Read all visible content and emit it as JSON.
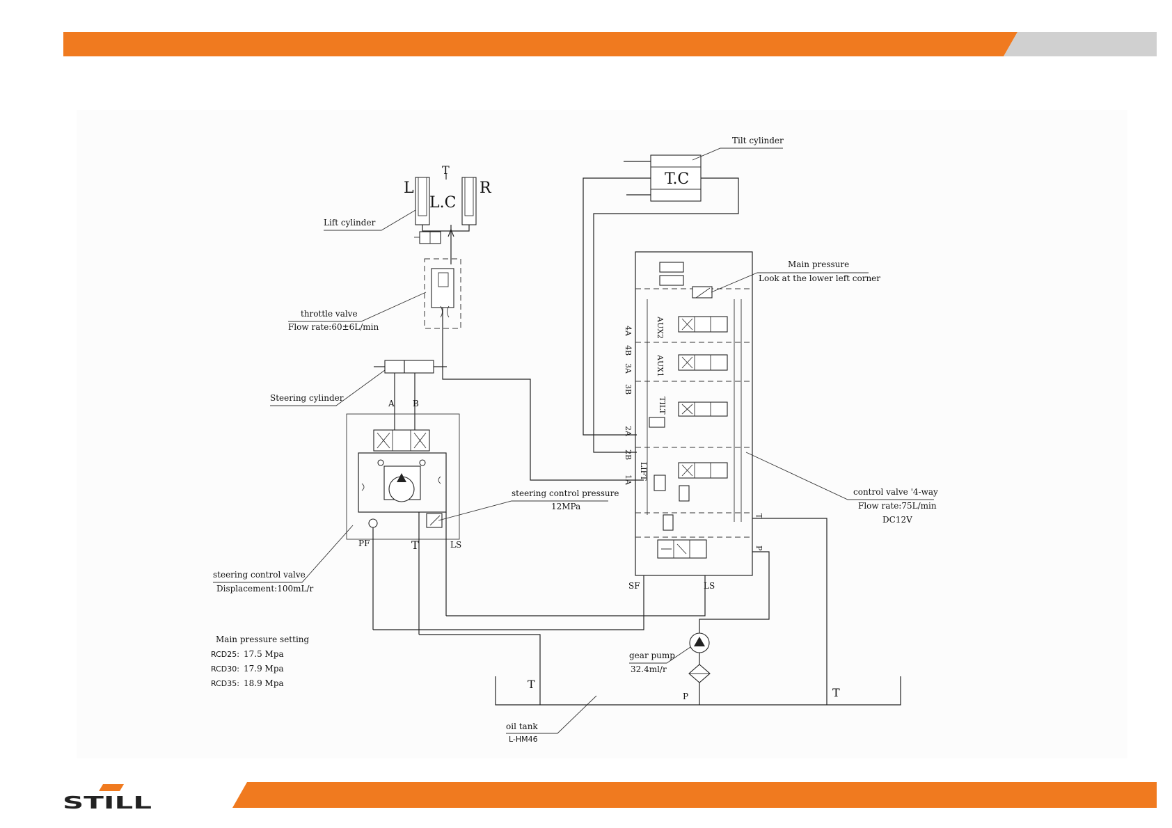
{
  "brand": {
    "logo_text": "STILL",
    "accent_color": "#f07a1f",
    "secondary_color": "#d0d0d0",
    "logo_color": "#222222"
  },
  "diagram": {
    "labels": {
      "lift_cylinder": "Lift cylinder",
      "lift_cylinder_code": "L.C",
      "lift_left": "L",
      "lift_right": "R",
      "lift_tank": "T",
      "tilt_cylinder": "Tilt cylinder",
      "tilt_cylinder_code": "T.C",
      "throttle_valve": "throttle valve",
      "throttle_flow": "Flow rate:60±6L/min",
      "steering_cylinder": "Steering cylinder",
      "port_a": "A",
      "port_b": "B",
      "steering_control_pressure": "steering control pressure",
      "steering_control_pressure_value": "12MPa",
      "port_pf": "PF",
      "port_t": "T",
      "port_ls": "LS",
      "steering_control_valve": "steering control valve",
      "steering_displacement": "Displacement:100mL/r",
      "main_pressure": "Main pressure",
      "main_pressure_note": "Look at the lower left corner",
      "section_4a": "4A",
      "section_4b": "4B",
      "section_3a": "3A",
      "section_3b": "3B",
      "section_2a": "2A",
      "section_2b": "2B",
      "section_1a": "1A",
      "spool_aux2": "AUX2",
      "spool_aux1": "AUX1",
      "spool_tilt": "TILT",
      "spool_lift": "LIFT",
      "port_sf": "SF",
      "port_ls_valve": "LS",
      "port_p_valve": "P",
      "port_t_valve": "T",
      "control_valve": "control valve '4-way",
      "control_valve_flow": "Flow rate:75L/min",
      "control_valve_voltage": "DC12V",
      "gear_pump": "gear pump",
      "gear_pump_displacement": "32.4ml/r",
      "tank_t_left": "T",
      "tank_p": "P",
      "tank_t_right": "T",
      "oil_tank": "oil tank",
      "oil_type": "L-HM46"
    },
    "pressure_settings": {
      "title": "Main pressure setting",
      "rows": [
        {
          "model": "RCD25:",
          "value": "17.5 Mpa"
        },
        {
          "model": "RCD30:",
          "value": "17.9 Mpa"
        },
        {
          "model": "RCD35:",
          "value": "18.9 Mpa"
        }
      ]
    }
  }
}
